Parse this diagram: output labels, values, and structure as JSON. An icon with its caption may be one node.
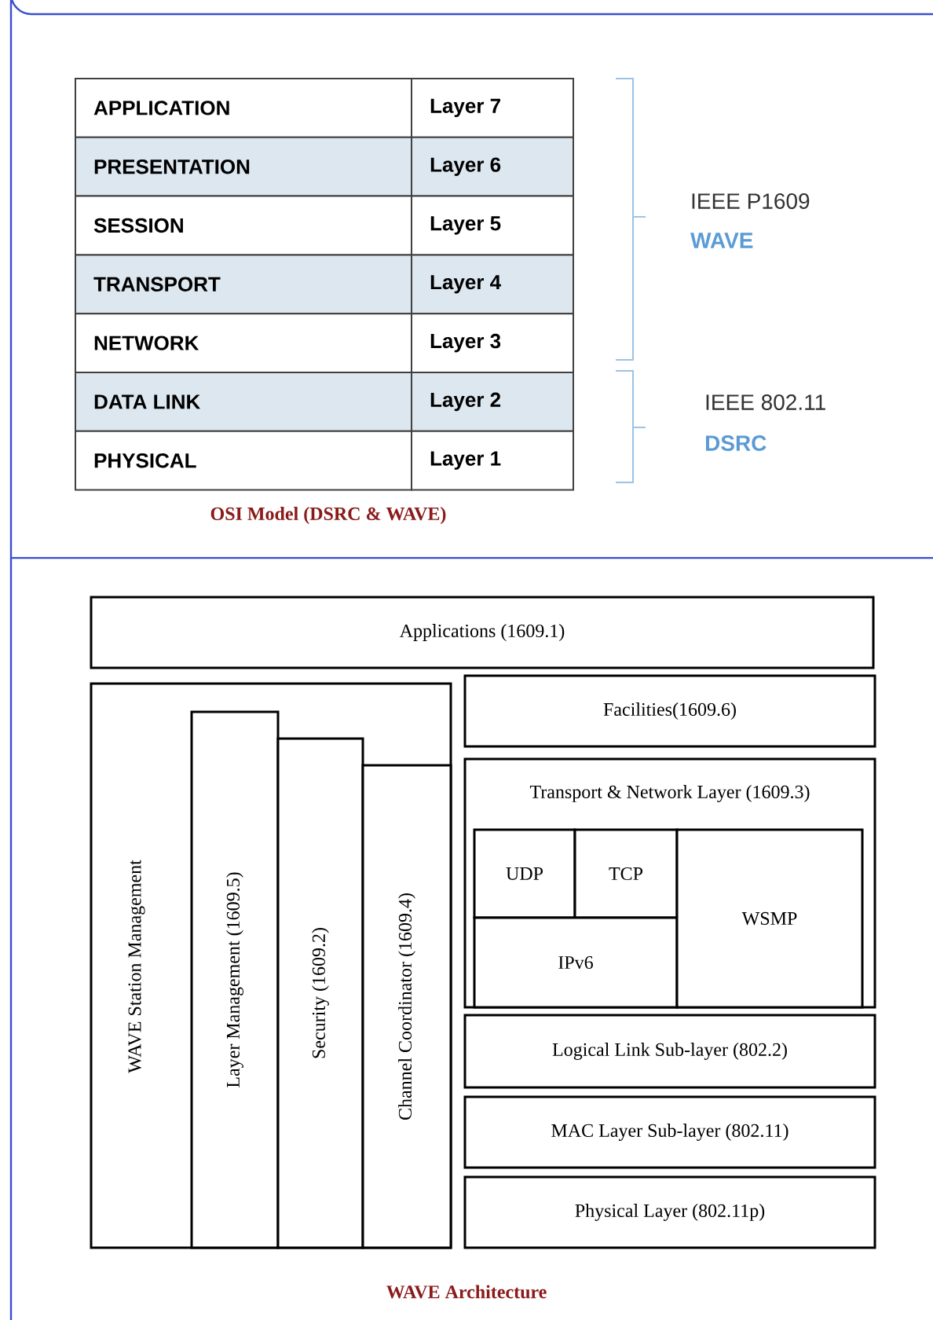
{
  "diagram": {
    "nodes": [
      {
        "text": [
          "Applications (1609.1)"
        ]
      },
      {
        "text": [
          "WAVE Station Management"
        ]
      },
      {
        "text": [
          "Layer Management (1609.5)"
        ],
        "in": 1
      },
      {
        "text": [
          "Security (1609.2)"
        ],
        "in": 1
      },
      {
        "text": [
          "Channel Coordinator (1609.4)"
        ],
        "in": 1
      },
      {
        "text": [
          "Facilities(1609.6)"
        ]
      },
      {
        "text": [
          "Transport & Network Layer (1609.3)"
        ]
      },
      {
        "text": [
          "UDP"
        ],
        "in": 6
      },
      {
        "text": [
          "TCP"
        ],
        "in": 6
      },
      {
        "text": [
          "IPv6"
        ],
        "in": 6
      },
      {
        "text": [
          "WSMP"
        ],
        "in": 6
      },
      {
        "text": [
          "Logical Link Sub-layer (802.2)"
        ]
      },
      {
        "text": [
          "MAC Layer Sub-layer (802.11)"
        ]
      },
      {
        "text": [
          "Physical Layer (802.11p)"
        ]
      }
    ],
    "labels": [
      "APPLICATION",
      "Layer 7",
      "PRESENTATION",
      "Layer 6",
      "SESSION",
      "Layer 5",
      "TRANSPORT",
      "Layer 4",
      "NETWORK",
      "Layer 3",
      "DATA LINK",
      "Layer 2",
      "PHYSICAL",
      "Layer 1",
      "IEEE P1609",
      "WAVE",
      "IEEE 802.11",
      "DSRC",
      "OSI Model (DSRC & WAVE)",
      "WAVE Architecture"
    ]
  }
}
